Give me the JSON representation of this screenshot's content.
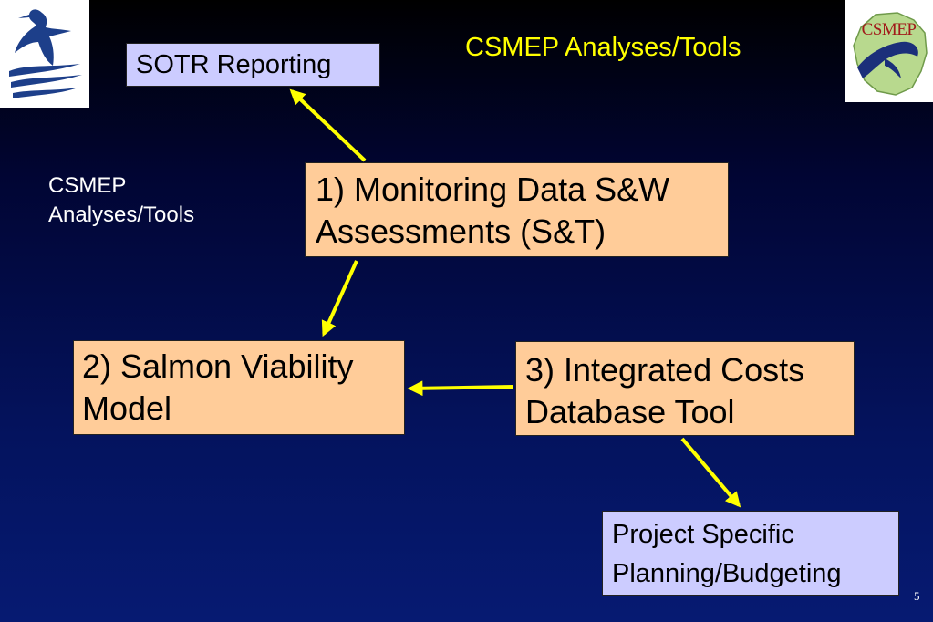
{
  "title": "CSMEP Analyses/Tools",
  "side_label": [
    "CSMEP",
    "Analyses/Tools"
  ],
  "logos": {
    "left": "heron-logo",
    "right_text": "CSMEP"
  },
  "colors": {
    "background_top": "#000000",
    "background_bottom": "#061a72",
    "title": "#ffff00",
    "arrow": "#ffff00",
    "peach_box": "#ffcc99",
    "lavender_box": "#ccccff"
  },
  "nodes": {
    "sotr": {
      "lines": [
        "SOTR Reporting"
      ]
    },
    "monitoring": {
      "lines": [
        "1) Monitoring Data S&W",
        "Assessments (S&T)"
      ]
    },
    "viability": {
      "lines": [
        "2) Salmon Viability",
        "Model"
      ]
    },
    "costs": {
      "lines": [
        "3) Integrated Costs",
        "Database Tool"
      ]
    },
    "project": {
      "lines": [
        "Project Specific",
        "Planning/Budgeting"
      ]
    }
  },
  "edges": [
    {
      "from": "monitoring",
      "to": "sotr"
    },
    {
      "from": "monitoring",
      "to": "viability"
    },
    {
      "from": "costs",
      "to": "viability"
    },
    {
      "from": "costs",
      "to": "project"
    }
  ],
  "page_number": "5"
}
